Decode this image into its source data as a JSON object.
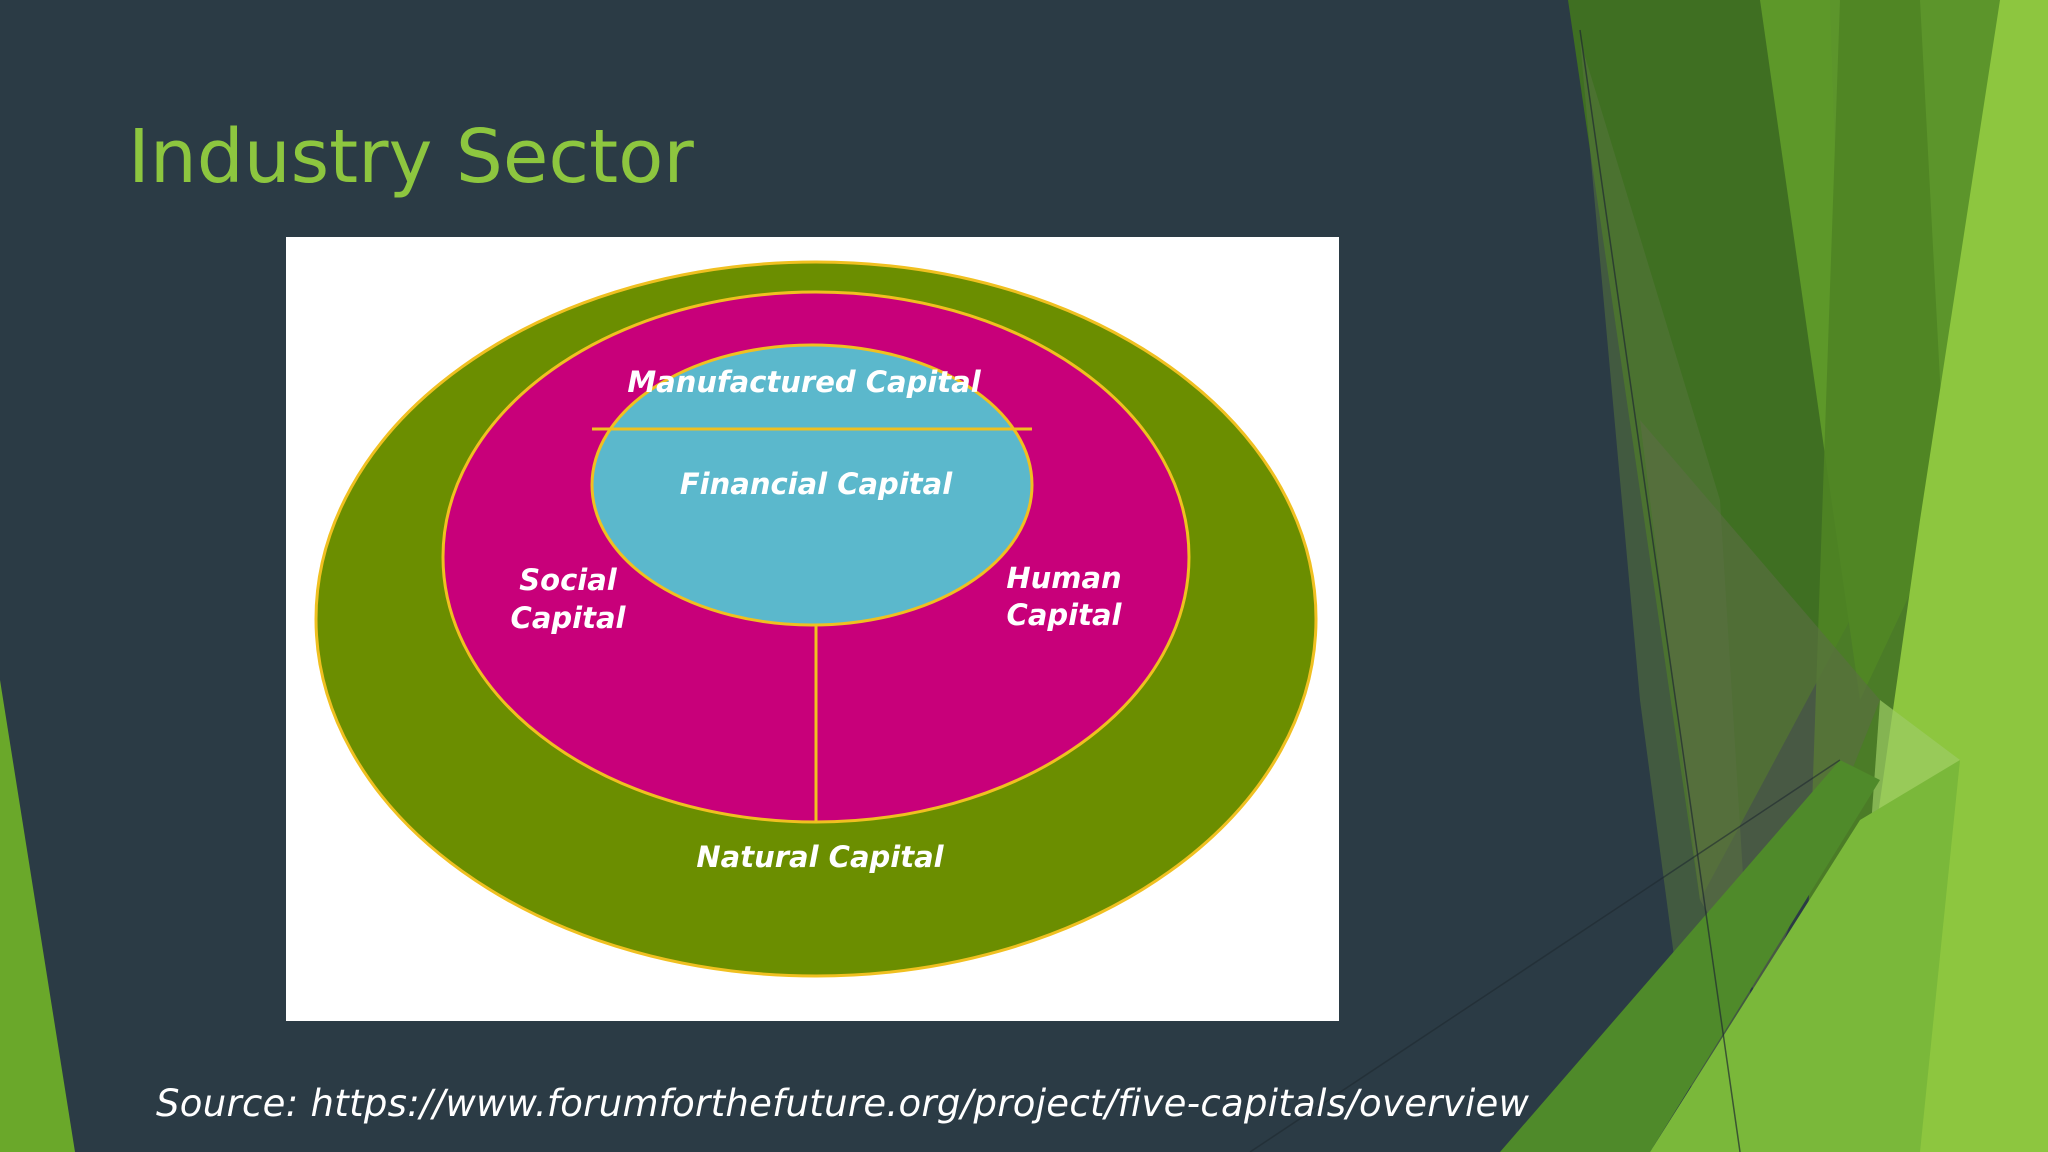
{
  "slide": {
    "title": "Industry Sector",
    "source_text": "Source: https://www.forumforthefuture.org/project/five-capitals/overview"
  },
  "diagram": {
    "labels": {
      "manufactured": "Manufactured Capital",
      "financial": "Financial Capital",
      "social_line1": "Social",
      "social_line2": "Capital",
      "human_line1": "Human",
      "human_line2": "Capital",
      "natural": "Natural Capital"
    }
  },
  "colors": {
    "background": "#2b3b45",
    "title": "#8dc63f",
    "natural": "#6b8e00",
    "social_human": "#c8007a",
    "manufactured_financial": "#5bb8cc",
    "outline": "#f0c020",
    "accent_green_light": "#8dc63f",
    "accent_green_dark": "#4a7c1e"
  }
}
